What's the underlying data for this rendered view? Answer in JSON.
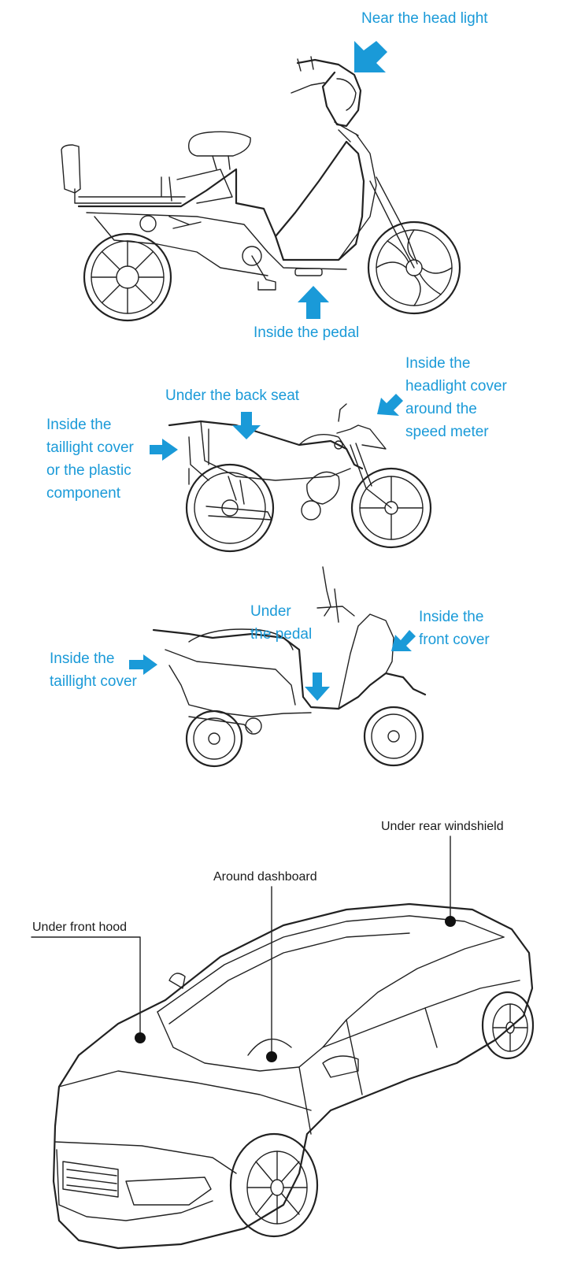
{
  "colors": {
    "accent": "#1a9ad8",
    "line": "#222222",
    "background": "#ffffff"
  },
  "ebike": {
    "labels": {
      "head_light": "Near the head light",
      "pedal": "Inside the pedal"
    }
  },
  "motorcycle": {
    "labels": {
      "back_seat": "Under the back seat",
      "headlight": [
        "Inside the",
        "headlight cover",
        "around the",
        "speed meter"
      ],
      "taillight": [
        "Inside the",
        "taillight cover",
        "or the plastic",
        "component"
      ]
    }
  },
  "scooter": {
    "labels": {
      "pedal": [
        "Under",
        "the pedal"
      ],
      "front_cover": [
        "Inside the",
        "front cover"
      ],
      "taillight": [
        "Inside the",
        "taillight cover"
      ]
    }
  },
  "car": {
    "labels": {
      "rear_windshield": "Under rear windshield",
      "dashboard": "Around dashboard",
      "front_hood": "Under front hood"
    }
  }
}
